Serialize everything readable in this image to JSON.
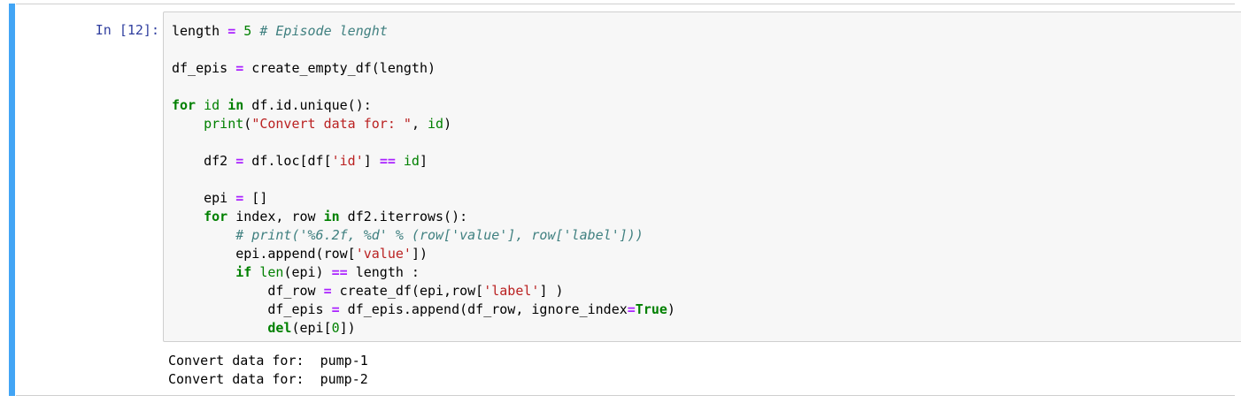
{
  "cell": {
    "type": "code-cell",
    "selected": true,
    "execution_count": 12,
    "prompt_label": "In [12]:",
    "accent_color": "#42a5f5",
    "input_background": "#f7f7f7",
    "border_color": "#cfcfcf"
  },
  "syntax_colors": {
    "keyword": "#008000",
    "builtin": "#008000",
    "operator": "#aa22ff",
    "string": "#ba2121",
    "number": "#008000",
    "comment": "#408080",
    "text": "#000000",
    "prompt": "#303f9f"
  },
  "source": {
    "language": "python",
    "lines": [
      "length = 5 # Episode lenght",
      "",
      "df_epis = create_empty_df(length)",
      "",
      "for id in df.id.unique():",
      "    print(\"Convert data for: \", id)",
      "",
      "    df2 = df.loc[df['id'] == id]",
      "",
      "    epi = []",
      "    for index, row in df2.iterrows():",
      "        # print('%6.2f, %d' % (row['value'], row['label']))",
      "        epi.append(row['value'])",
      "        if len(epi) == length :",
      "            df_row = create_df(epi,row['label'] )",
      "            df_epis = df_epis.append(df_row, ignore_index=True)",
      "            del(epi[0])"
    ]
  },
  "output": {
    "type": "stream",
    "stream_name": "stdout",
    "lines": [
      "Convert data for:  pump-1",
      "Convert data for:  pump-2"
    ],
    "text": "Convert data for:  pump-1\nConvert data for:  pump-2"
  }
}
